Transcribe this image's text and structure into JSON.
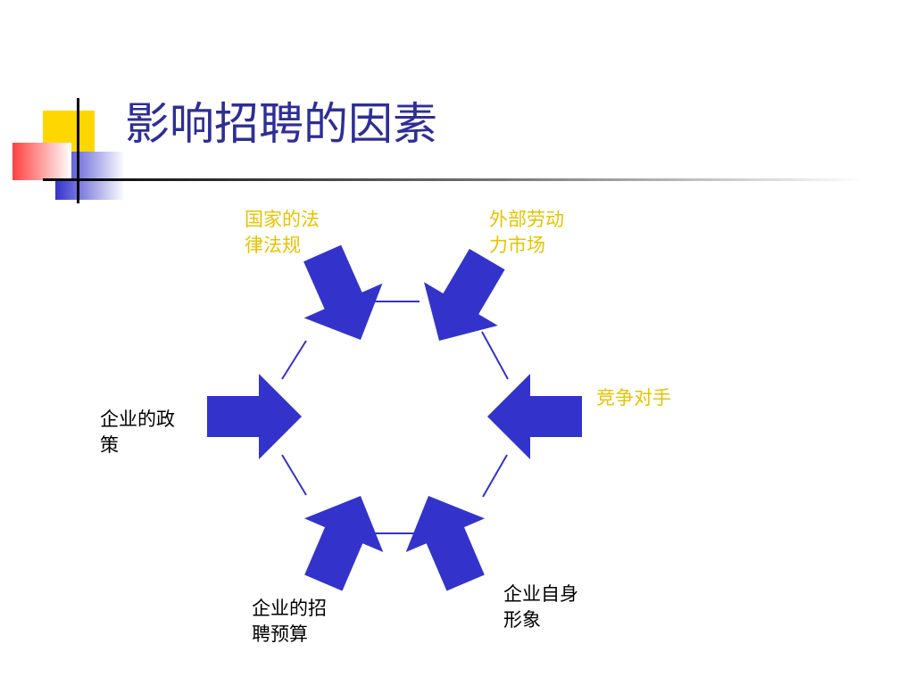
{
  "title": "影响招聘的因素",
  "colors": {
    "title": "#2E2E96",
    "arrow": "#3333CC",
    "line": "#3333CC",
    "label_yellow": "#E6C300",
    "label_black": "#000000",
    "deco_yellow": "#FFD700",
    "deco_red": "#FF4040",
    "deco_blue": "#3333CC",
    "deco_rule": "#000000"
  },
  "factors": [
    {
      "id": "law",
      "lines": [
        "国家的法",
        "律法规"
      ],
      "color": "yellow",
      "arrow_direction": "down-right"
    },
    {
      "id": "labor-market",
      "lines": [
        "外部劳动",
        "力市场"
      ],
      "color": "yellow",
      "arrow_direction": "down-left"
    },
    {
      "id": "competitor",
      "lines": [
        "竞争对手"
      ],
      "color": "yellow",
      "arrow_direction": "left"
    },
    {
      "id": "self-image",
      "lines": [
        "企业自身",
        "形象"
      ],
      "color": "black",
      "arrow_direction": "up-left"
    },
    {
      "id": "budget",
      "lines": [
        "企业的招",
        "聘预算"
      ],
      "color": "black",
      "arrow_direction": "up-right"
    },
    {
      "id": "policy",
      "lines": [
        "企业的政",
        "策"
      ],
      "color": "black",
      "arrow_direction": "right"
    }
  ]
}
